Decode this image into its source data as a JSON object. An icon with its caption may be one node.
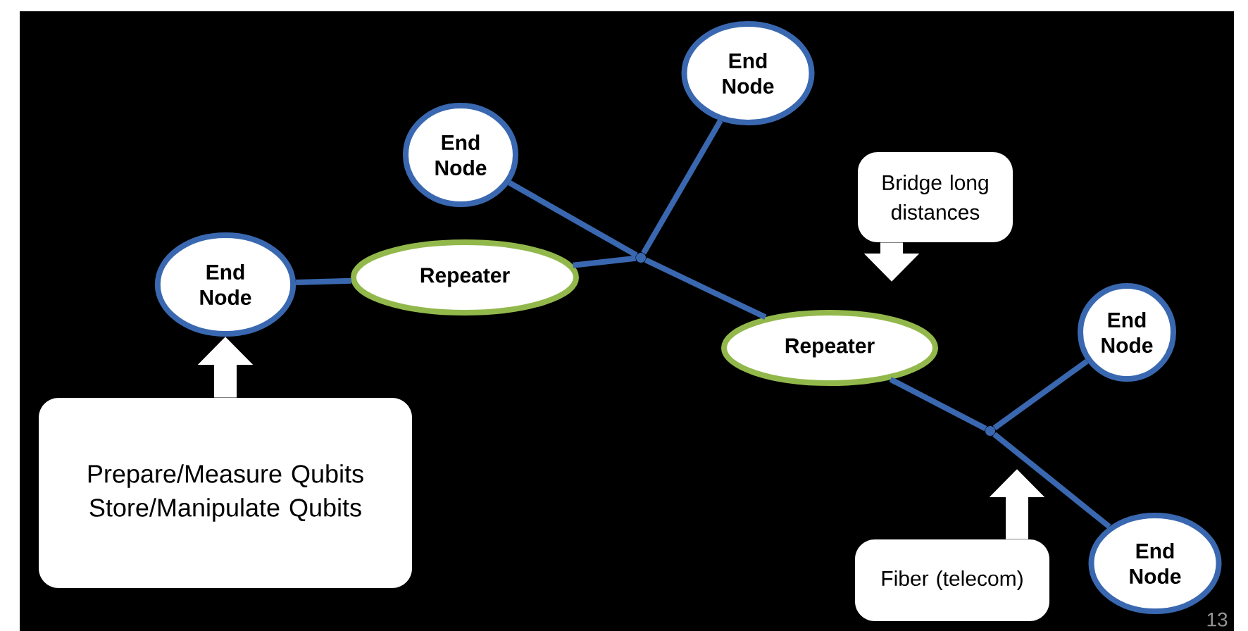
{
  "diagram": {
    "nodes": [
      {
        "text": [
          "End Node"
        ]
      },
      {
        "text": [
          "Repeater"
        ]
      },
      {
        "text": [
          "End Node"
        ]
      },
      {
        "text": [
          "End Node"
        ]
      },
      {
        "text": [],
        "shape": "circle"
      },
      {
        "text": [
          "Repeater"
        ]
      },
      {
        "text": [
          "End Node"
        ]
      },
      {
        "text": [
          "End Node"
        ]
      },
      {
        "text": [],
        "shape": "circle"
      },
      {
        "text": [
          "Prepare/Measure Qubits Store/Manipulate Qubits"
        ]
      },
      {
        "text": [
          "Bridge long distances"
        ]
      },
      {
        "text": [
          "Fiber (telecom)"
        ]
      }
    ],
    "edges": [
      {
        "from": 0,
        "to": 1,
        "arrow": "none",
        "color": "#3a68b0"
      },
      {
        "from": 1,
        "to": 4,
        "arrow": "none",
        "color": "#3a68b0"
      },
      {
        "from": 2,
        "to": 4,
        "arrow": "none",
        "color": "#3a68b0"
      },
      {
        "from": 3,
        "to": 4,
        "arrow": "none",
        "color": "#3a68b0"
      },
      {
        "from": 4,
        "to": 5,
        "arrow": "none",
        "color": "#3a68b0"
      },
      {
        "from": 5,
        "to": 8,
        "arrow": "none",
        "color": "#3a68b0"
      },
      {
        "from": 6,
        "to": 8,
        "arrow": "none",
        "color": "#3a68b0"
      },
      {
        "from": 8,
        "to": 7,
        "arrow": "none",
        "color": "#3a68b0"
      },
      {
        "from": 9,
        "to": 0,
        "arrow": "to",
        "style": "thick",
        "color": "#ffffff"
      },
      {
        "from": 10,
        "to": null,
        "arrow": "to",
        "style": "thick",
        "color": "#ffffff"
      },
      {
        "from": 11,
        "to": null,
        "arrow": "to",
        "style": "thick",
        "color": "#ffffff"
      }
    ],
    "labels": [
      "13"
    ]
  }
}
